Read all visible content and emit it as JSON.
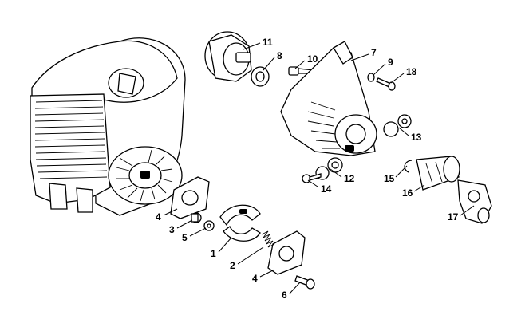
{
  "diagram": {
    "callouts": [
      "11",
      "8",
      "10",
      "7",
      "9",
      "18",
      "13",
      "12",
      "14",
      "15",
      "16",
      "17",
      "4",
      "3",
      "5",
      "1",
      "2",
      "4",
      "6"
    ]
  }
}
